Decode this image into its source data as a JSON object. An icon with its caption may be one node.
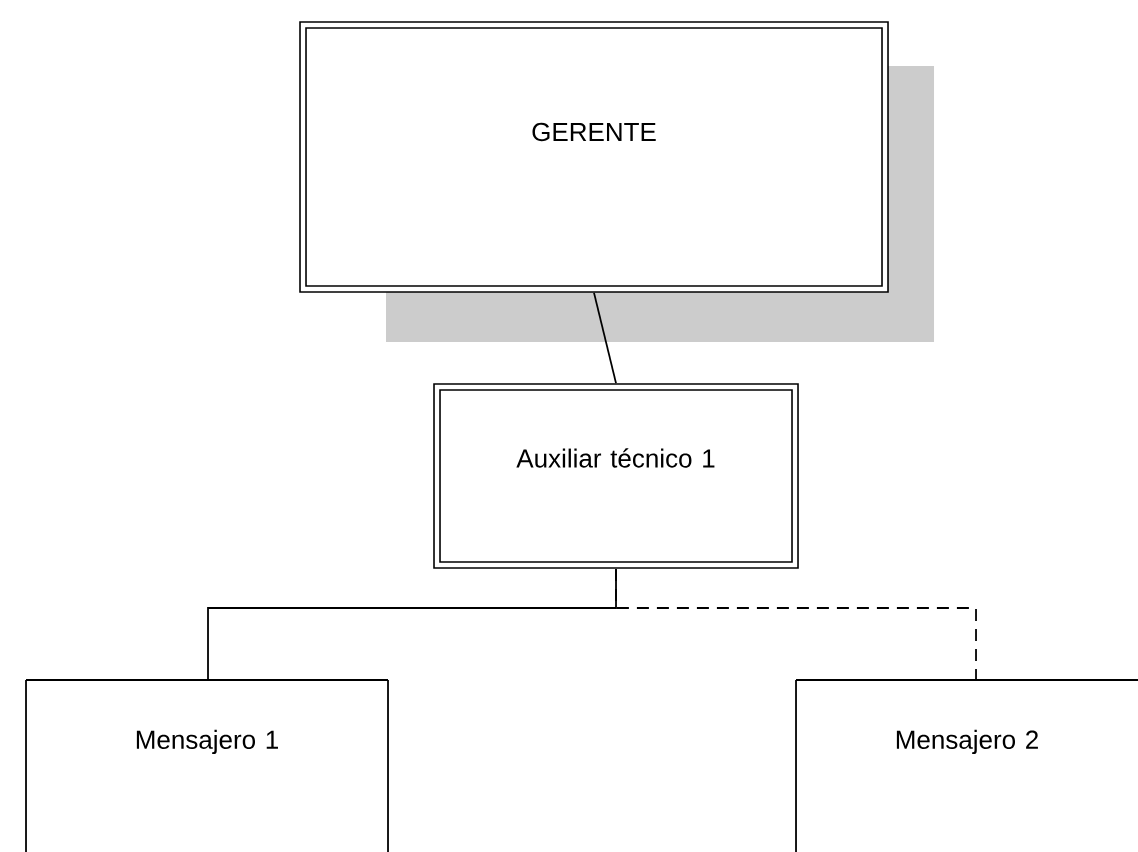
{
  "diagram": {
    "nodes": [
      {
        "text": [
          "GERENTE"
        ]
      },
      {
        "text": [
          "Auxiliar técnico 1"
        ]
      },
      {
        "text": [
          "Mensajero 1"
        ]
      },
      {
        "text": [
          "Mensajero 2"
        ]
      }
    ],
    "edges": [
      {
        "from": 0,
        "to": 1,
        "arrow": "none"
      },
      {
        "from": 1,
        "to": 2,
        "arrow": "none"
      },
      {
        "from": 1,
        "to": 3,
        "arrow": "none",
        "style": "dashed"
      }
    ]
  }
}
